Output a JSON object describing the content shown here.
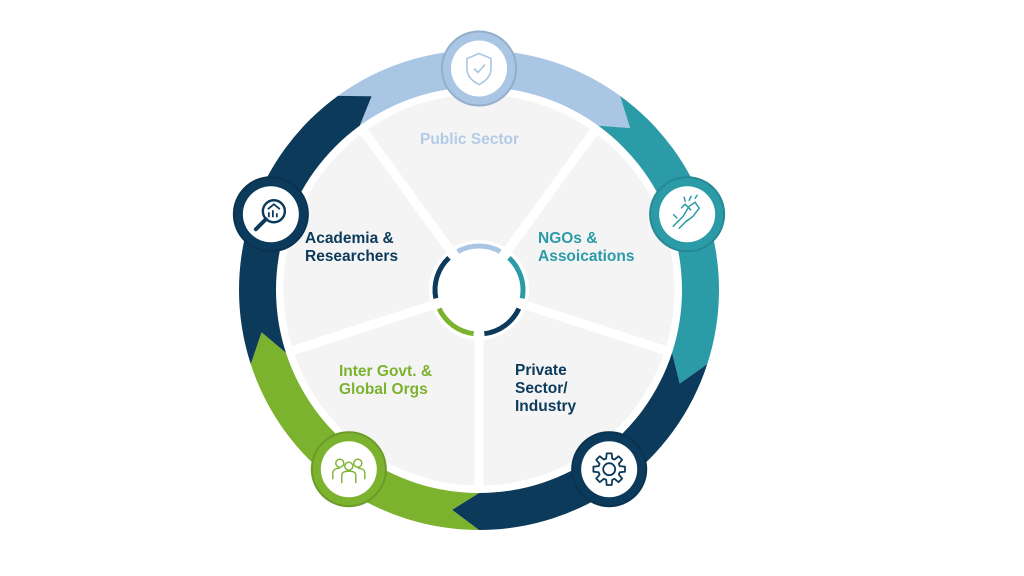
{
  "diagram": {
    "segments": [
      {
        "id": "public",
        "title_lines": [
          "Public Sector"
        ],
        "color": "#a9c6e5",
        "text_color": "#b4cbe6",
        "icon": "shield-check-icon"
      },
      {
        "id": "ngo",
        "title_lines": [
          "NGOs &",
          "Assoications"
        ],
        "color": "#2b9ba7",
        "text_color": "#2b9ba7",
        "icon": "handshake-icon"
      },
      {
        "id": "private",
        "title_lines": [
          "Private",
          "Sector/",
          "Industry"
        ],
        "color": "#0c3a5b",
        "text_color": "#0c3a5b",
        "icon": "gear-icon"
      },
      {
        "id": "intergov",
        "title_lines": [
          "Inter Govt. &",
          "Global Orgs"
        ],
        "color": "#7bb22e",
        "text_color": "#7bb22e",
        "icon": "people-group-icon"
      },
      {
        "id": "academia",
        "title_lines": [
          "Academia &",
          "Researchers"
        ],
        "color": "#0c3a5b",
        "text_color": "#0c3a5b",
        "icon": "magnifier-chart-icon"
      }
    ]
  }
}
